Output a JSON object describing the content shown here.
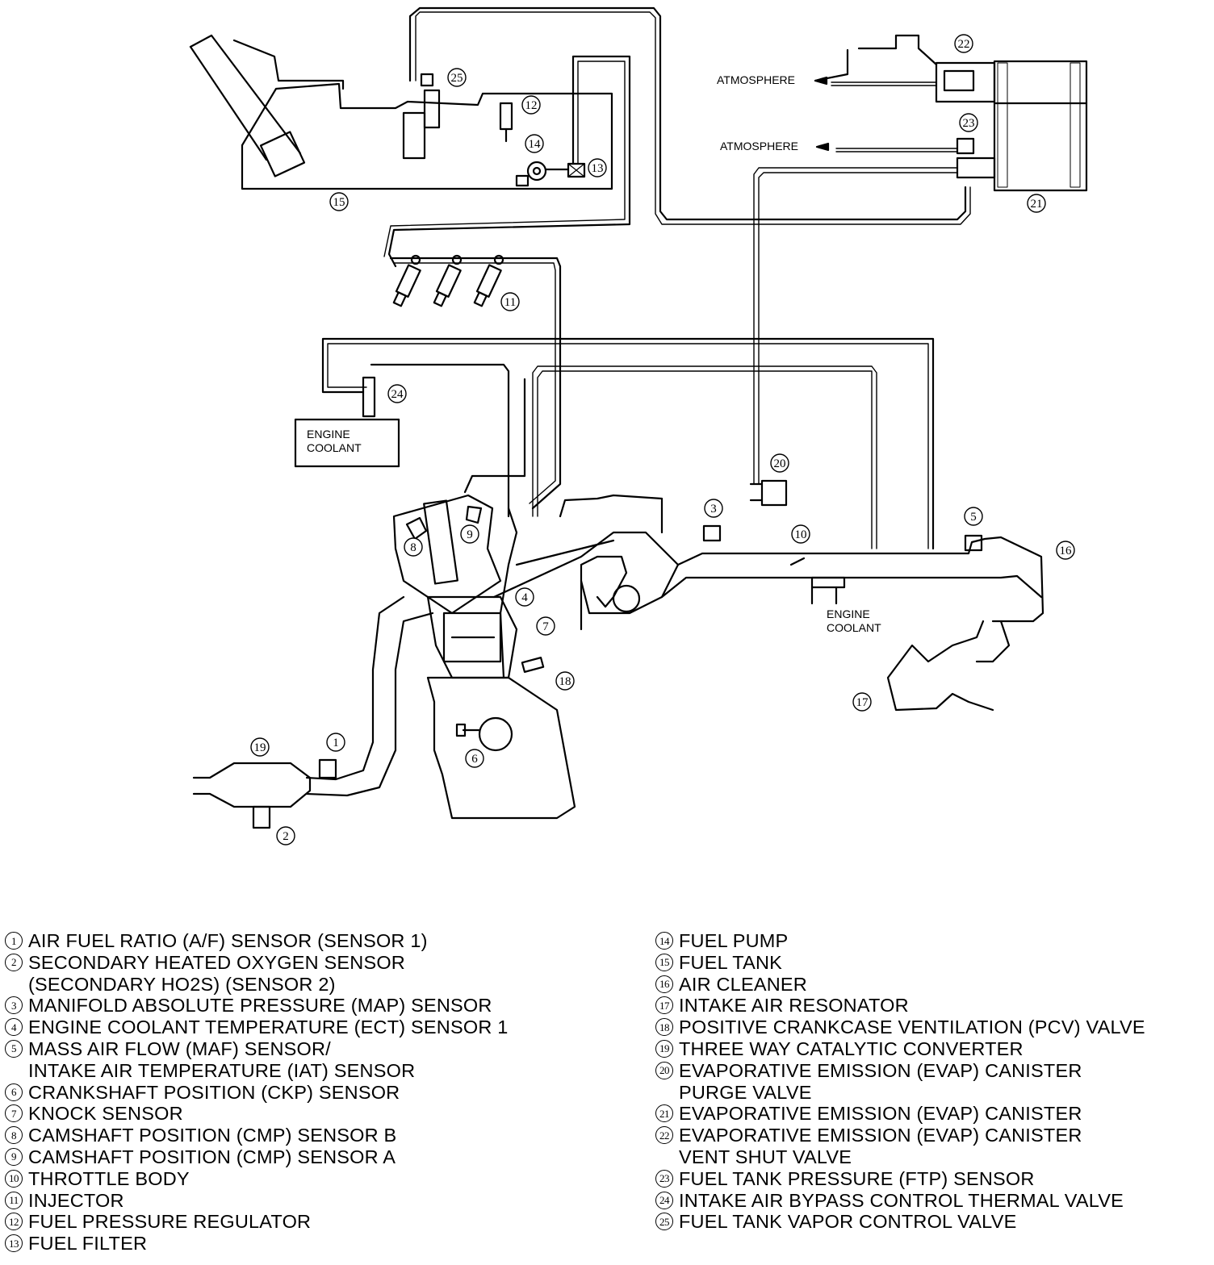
{
  "diagram": {
    "callouts": [
      "1",
      "2",
      "3",
      "4",
      "5",
      "6",
      "7",
      "8",
      "9",
      "10",
      "11",
      "12",
      "13",
      "14",
      "15",
      "16",
      "17",
      "18",
      "19",
      "20",
      "21",
      "22",
      "23",
      "24",
      "25"
    ],
    "labels": {
      "atmosphere_top": "ATMOSPHERE",
      "atmosphere_mid": "ATMOSPHERE",
      "coolant_left_1": "ENGINE",
      "coolant_left_2": "COOLANT",
      "coolant_right_1": "ENGINE",
      "coolant_right_2": "COOLANT"
    }
  },
  "legend": {
    "left": [
      {
        "num": "1",
        "lines": [
          "AIR FUEL RATIO (A/F) SENSOR (SENSOR 1)"
        ]
      },
      {
        "num": "2",
        "lines": [
          "SECONDARY HEATED OXYGEN SENSOR",
          "(SECONDARY HO2S) (SENSOR 2)"
        ]
      },
      {
        "num": "3",
        "lines": [
          "MANIFOLD ABSOLUTE PRESSURE (MAP) SENSOR"
        ]
      },
      {
        "num": "4",
        "lines": [
          "ENGINE COOLANT TEMPERATURE (ECT) SENSOR 1"
        ]
      },
      {
        "num": "5",
        "lines": [
          "MASS AIR FLOW (MAF) SENSOR/",
          "INTAKE AIR TEMPERATURE (IAT) SENSOR"
        ]
      },
      {
        "num": "6",
        "lines": [
          "CRANKSHAFT POSITION (CKP) SENSOR"
        ]
      },
      {
        "num": "7",
        "lines": [
          "KNOCK SENSOR"
        ]
      },
      {
        "num": "8",
        "lines": [
          "CAMSHAFT POSITION (CMP) SENSOR B"
        ]
      },
      {
        "num": "9",
        "lines": [
          "CAMSHAFT POSITION (CMP) SENSOR A"
        ]
      },
      {
        "num": "10",
        "lines": [
          "THROTTLE BODY"
        ]
      },
      {
        "num": "11",
        "lines": [
          "INJECTOR"
        ]
      },
      {
        "num": "12",
        "lines": [
          "FUEL PRESSURE REGULATOR"
        ]
      },
      {
        "num": "13",
        "lines": [
          "FUEL FILTER"
        ]
      }
    ],
    "right": [
      {
        "num": "14",
        "lines": [
          "FUEL PUMP"
        ]
      },
      {
        "num": "15",
        "lines": [
          "FUEL TANK"
        ]
      },
      {
        "num": "16",
        "lines": [
          "AIR CLEANER"
        ]
      },
      {
        "num": "17",
        "lines": [
          "INTAKE AIR RESONATOR"
        ]
      },
      {
        "num": "18",
        "lines": [
          "POSITIVE CRANKCASE VENTILATION (PCV) VALVE"
        ]
      },
      {
        "num": "19",
        "lines": [
          "THREE WAY CATALYTIC CONVERTER"
        ]
      },
      {
        "num": "20",
        "lines": [
          "EVAPORATIVE EMISSION (EVAP) CANISTER",
          "PURGE VALVE"
        ]
      },
      {
        "num": "21",
        "lines": [
          "EVAPORATIVE EMISSION (EVAP) CANISTER"
        ]
      },
      {
        "num": "22",
        "lines": [
          "EVAPORATIVE EMISSION (EVAP) CANISTER",
          "VENT SHUT VALVE"
        ]
      },
      {
        "num": "23",
        "lines": [
          "FUEL TANK PRESSURE (FTP) SENSOR"
        ]
      },
      {
        "num": "24",
        "lines": [
          "INTAKE AIR BYPASS CONTROL THERMAL VALVE"
        ]
      },
      {
        "num": "25",
        "lines": [
          "FUEL TANK VAPOR CONTROL VALVE"
        ]
      }
    ]
  }
}
